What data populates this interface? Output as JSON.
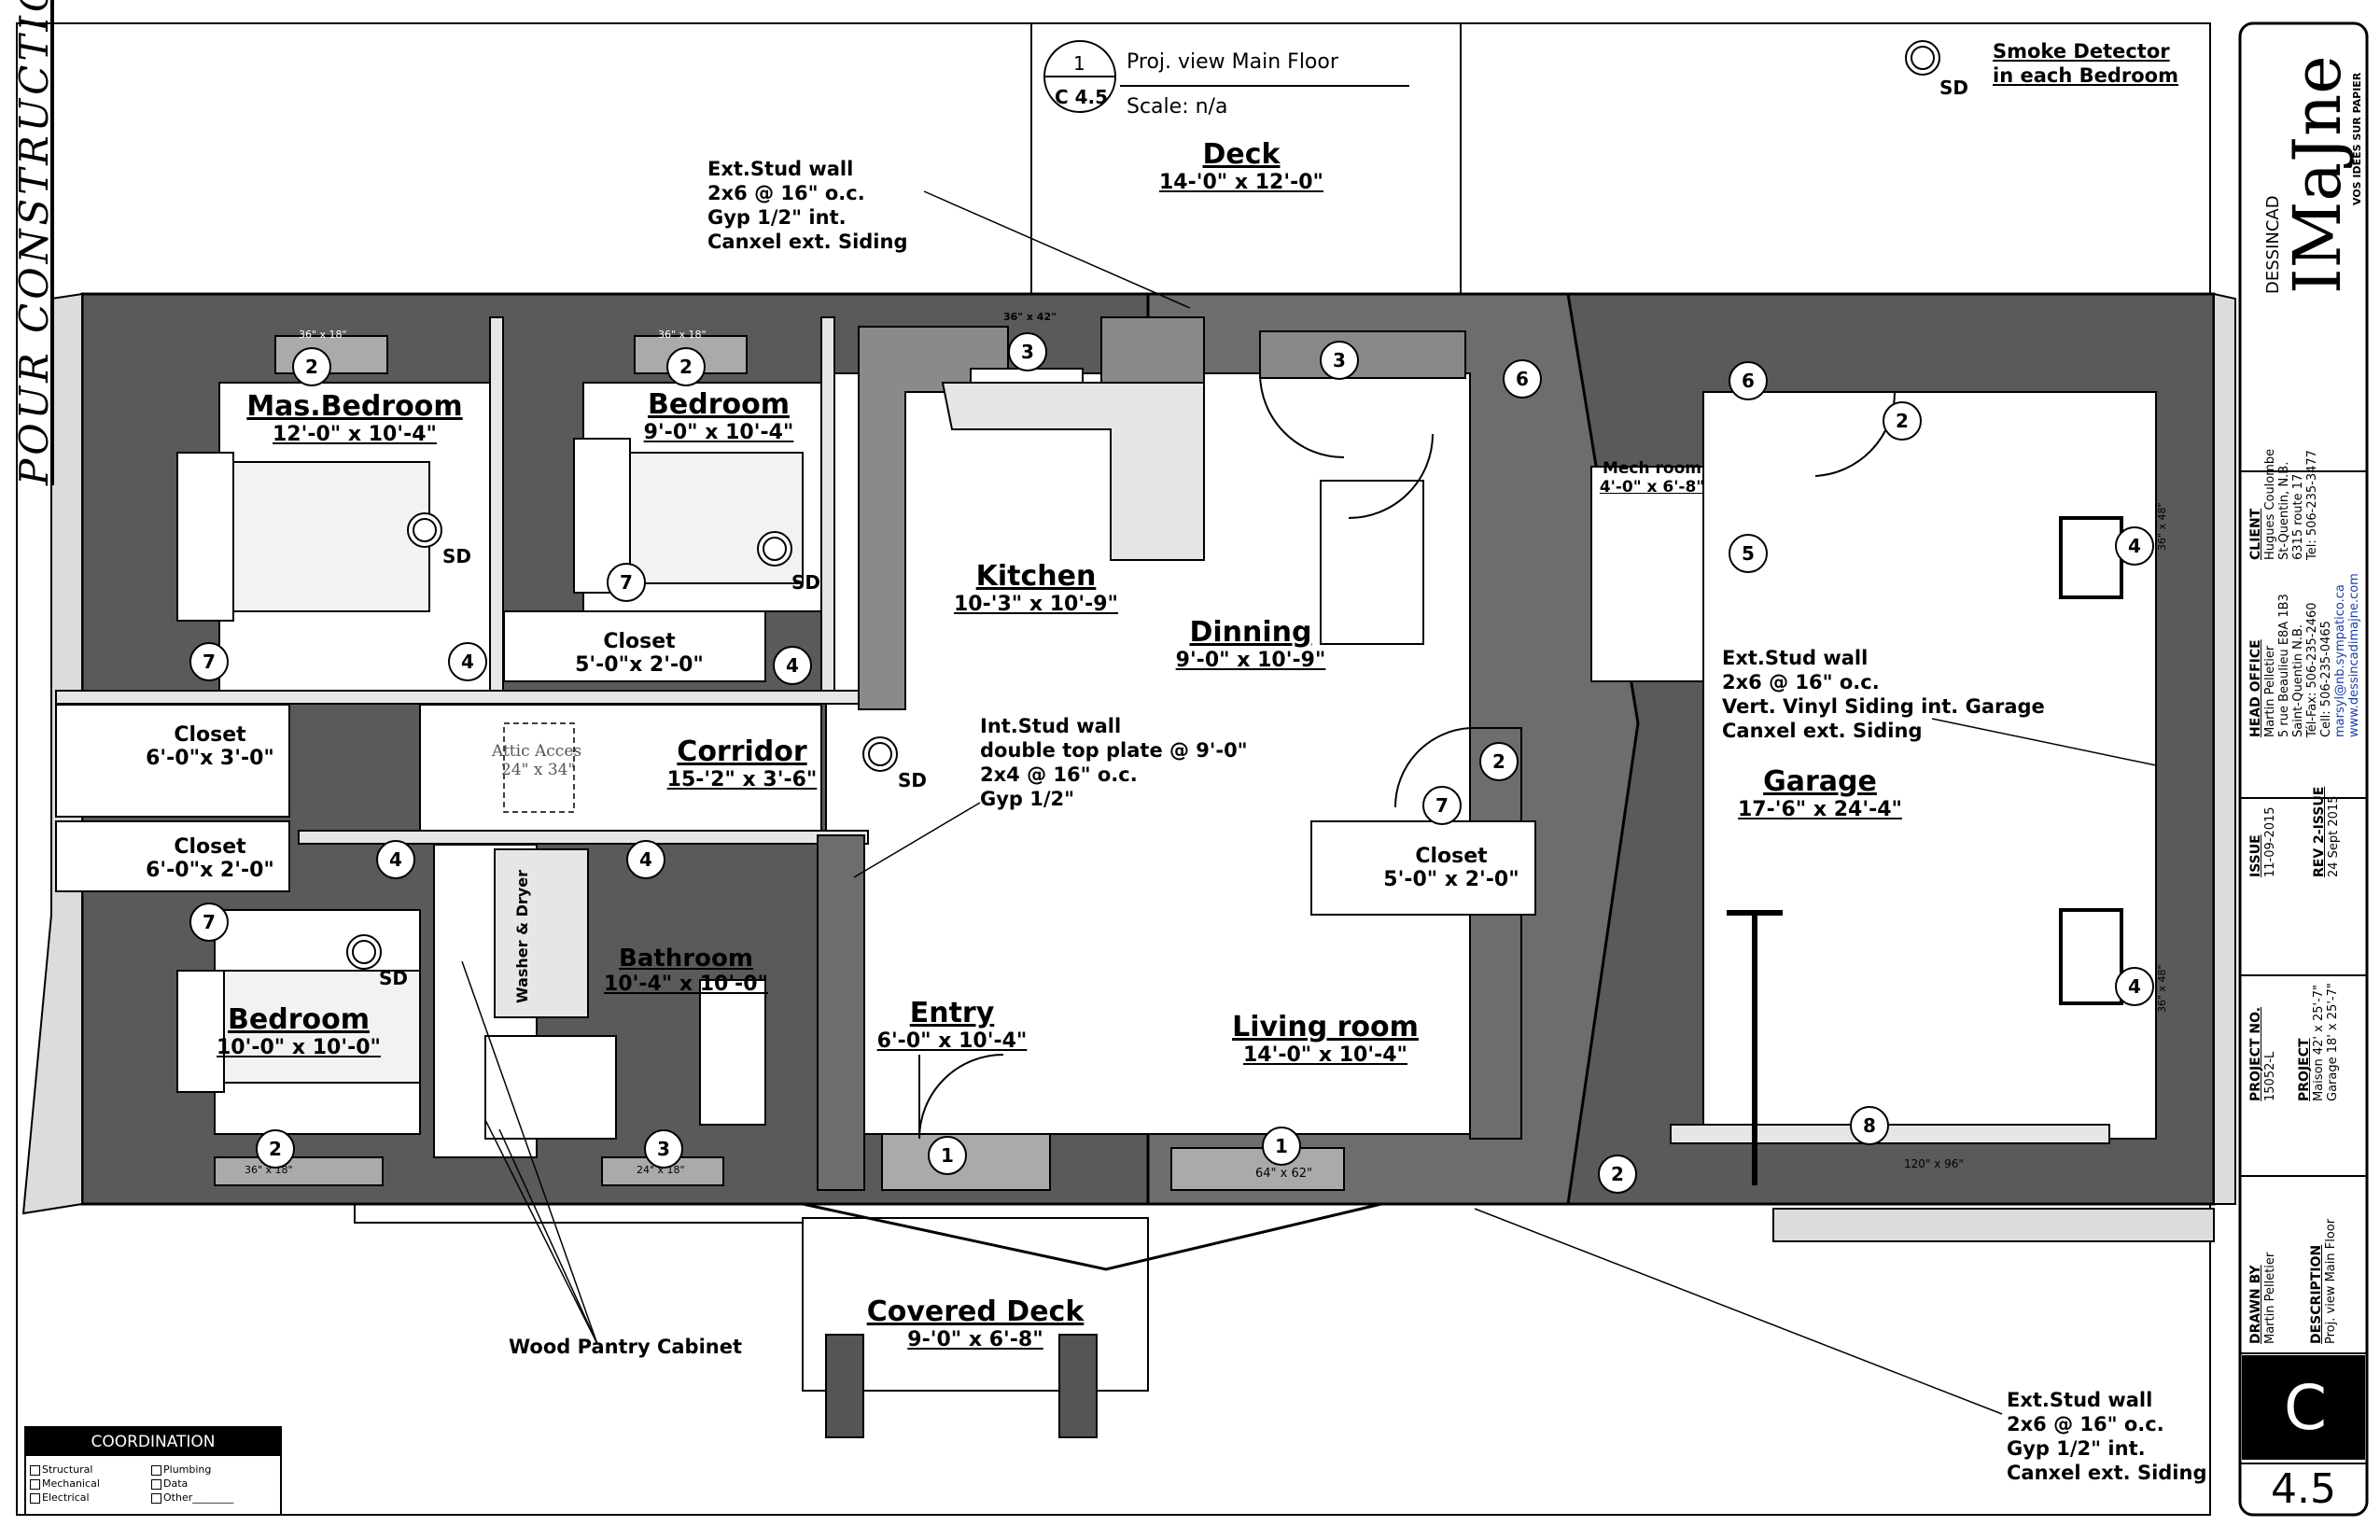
{
  "header": {
    "view_number": "1",
    "sheet_ref": "C 4.5",
    "view_title": "Proj. view Main Floor",
    "scale": "Scale:  n/a",
    "smoke_note_line1": "Smoke Detector",
    "smoke_note_line2": "in each Bedroom",
    "sd_legend": "SD"
  },
  "side_stamp": "POUR CONSTRUCTION",
  "rooms": {
    "master_bedroom": {
      "name": "Mas.Bedroom",
      "dims": "12'-0\" x 10'-4\""
    },
    "bedroom_top": {
      "name": "Bedroom",
      "dims": "9'-0\" x 10'-4\""
    },
    "kitchen": {
      "name": "Kitchen",
      "dims": "10-'3\" x 10'-9\""
    },
    "dinning": {
      "name": "Dinning",
      "dims": "9'-0\" x 10'-9\""
    },
    "corridor": {
      "name": "Corridor",
      "dims": "15-'2\" x 3'-6\""
    },
    "bathroom": {
      "name": "Bathroom",
      "dims": "10'-4\" x 10'-0\""
    },
    "bedroom_bottom": {
      "name": "Bedroom",
      "dims": "10'-0\" x 10'-0\""
    },
    "entry": {
      "name": "Entry",
      "dims": "6'-0\" x 10'-4\""
    },
    "living": {
      "name": "Living room",
      "dims": "14'-0\" x 10'-4\""
    },
    "garage": {
      "name": "Garage",
      "dims": "17-'6\" x 24'-4\""
    },
    "deck": {
      "name": "Deck",
      "dims": "14-'0\" x 12'-0\""
    },
    "covered_deck": {
      "name": "Covered Deck",
      "dims": "9-'0\" x 6'-8\""
    },
    "closet_bed": {
      "name": "Closet",
      "dims": "5'-0\"x 2'-0\""
    },
    "closet_left1": {
      "name": "Closet",
      "dims": "6'-0\"x 3'-0\""
    },
    "closet_left2": {
      "name": "Closet",
      "dims": "6'-0\"x 2'-0\""
    },
    "closet_living": {
      "name": "Closet",
      "dims": "5'-0\" x 2'-0\""
    },
    "mech": {
      "name": "Mech room",
      "dims": "4'-0\" x 6'-8\""
    }
  },
  "labels": {
    "attic_1": "Attic Acces",
    "attic_2": "24\" x 34\"",
    "washer": "Washer & Dryer",
    "win_top1": "36\" x 18\"",
    "win_top2": "36\" x 18\"",
    "win_kitchen": "36\" x 42\"",
    "win_bed_bottom": "36\" x 18\"",
    "win_bath": "24\" x 18\"",
    "win_living": "64\" x 62\"",
    "win_garage1": "36\" x 48\"",
    "win_garage2": "36\" x 48\"",
    "garage_door": "120\" x 96\""
  },
  "notes": {
    "ext_top": [
      "Ext.Stud wall",
      "2x6 @ 16\" o.c.",
      "Gyp 1/2\" int.",
      "Canxel ext. Siding"
    ],
    "int_wall": [
      "Int.Stud wall",
      "double top plate @ 9'-0\"",
      "2x4 @ 16\" o.c.",
      "Gyp 1/2\""
    ],
    "ext_garage": [
      "Ext.Stud wall",
      "2x6 @ 16\" o.c.",
      "Vert. Vinyl Siding int. Garage",
      "Canxel ext. Siding"
    ],
    "ext_bottom": [
      "Ext.Stud wall",
      "2x6 @ 16\" o.c.",
      "Gyp 1/2\" int.",
      "Canxel ext. Siding"
    ],
    "pantry": "Wood Pantry Cabinet"
  },
  "tags": [
    {
      "id": "t1",
      "v": "2"
    },
    {
      "id": "t2",
      "v": "2"
    },
    {
      "id": "t3",
      "v": "3"
    },
    {
      "id": "t4",
      "v": "3"
    },
    {
      "id": "t5",
      "v": "6"
    },
    {
      "id": "t6",
      "v": "6"
    },
    {
      "id": "t7",
      "v": "2"
    },
    {
      "id": "t8",
      "v": "5"
    },
    {
      "id": "t9",
      "v": "4"
    },
    {
      "id": "t10",
      "v": "7"
    },
    {
      "id": "t11",
      "v": "7"
    },
    {
      "id": "t12",
      "v": "4"
    },
    {
      "id": "t13",
      "v": "4"
    },
    {
      "id": "t14",
      "v": "2"
    },
    {
      "id": "t15",
      "v": "7"
    },
    {
      "id": "t16",
      "v": "4"
    },
    {
      "id": "t17",
      "v": "4"
    },
    {
      "id": "t18",
      "v": "7"
    },
    {
      "id": "t19",
      "v": "4"
    },
    {
      "id": "t20",
      "v": "2"
    },
    {
      "id": "t21",
      "v": "3"
    },
    {
      "id": "t22",
      "v": "1"
    },
    {
      "id": "t23",
      "v": "1"
    },
    {
      "id": "t24",
      "v": "8"
    },
    {
      "id": "t25",
      "v": "2"
    }
  ],
  "title_block": {
    "firm_small": "DESSINCAD",
    "firm_logo": "IMaJne",
    "firm_tag": "VOS IDÉES SUR PAPIER",
    "client_h": "CLIENT",
    "client": [
      "Hugues Coulombe",
      "St-Quentin, N.B.",
      "6315 route 17",
      "Tel: 506-235-3477"
    ],
    "office_h": "HEAD OFFICE",
    "office": [
      "Martin Pelletier",
      "5 rue Beaulieu E8A 1B3",
      "Saint-Quentin N.B.",
      "Tél-Fax: 506-235-2460",
      "Cell: 506-235-0465",
      "marsyl@nb.sympatico.ca",
      "www.dessincadimajne.com"
    ],
    "issue_h": "ISSUE",
    "issue": "11-09-2015",
    "rev_h": "REV 2-ISSUE",
    "rev": "24 Sept 2015",
    "projno_h": "PROJECT NO.",
    "projno": "15052-L",
    "project_h": "PROJECT",
    "project": [
      "Maison 42' x 25'-7\"",
      "Garage 18' x 25'-7\""
    ],
    "drawn_h": "DRAWN BY",
    "drawn": "Martin Pelletier",
    "desc_h": "DESCRIPTION",
    "desc": "Proj. view Main Floor",
    "sheet_letter": "C",
    "sheet_num": "4.5"
  },
  "coordination": {
    "title": "COORDINATION",
    "items": [
      "Structural",
      "Plumbing",
      "Mechanical",
      "Data",
      "Electrical",
      "Other"
    ]
  }
}
